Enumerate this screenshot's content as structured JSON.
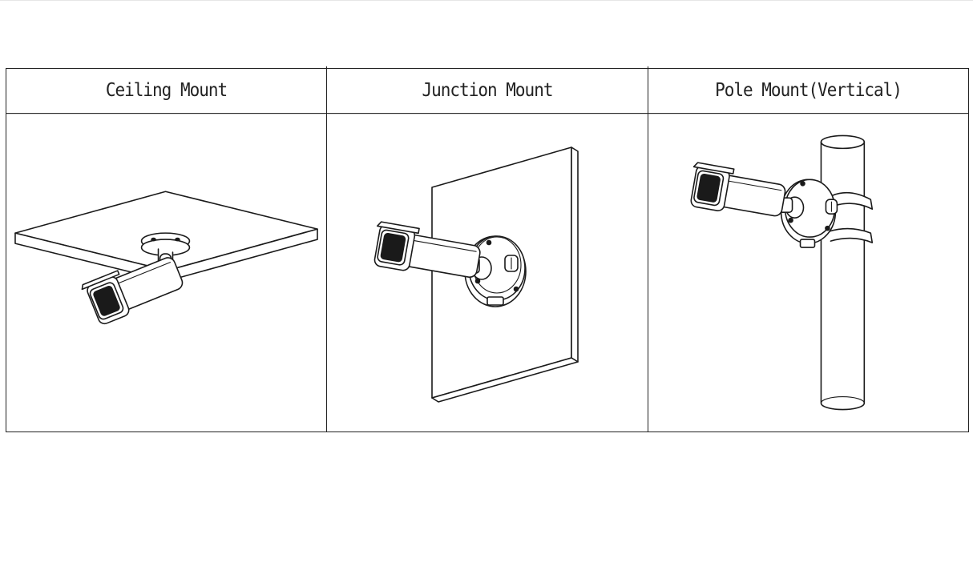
{
  "mounts": [
    {
      "label": "Ceiling Mount",
      "icon": "ceiling-mounted-camera-icon"
    },
    {
      "label": "Junction Mount",
      "icon": "junction-box-mounted-camera-icon"
    },
    {
      "label": "Pole Mount(Vertical)",
      "icon": "pole-mounted-camera-icon"
    }
  ]
}
